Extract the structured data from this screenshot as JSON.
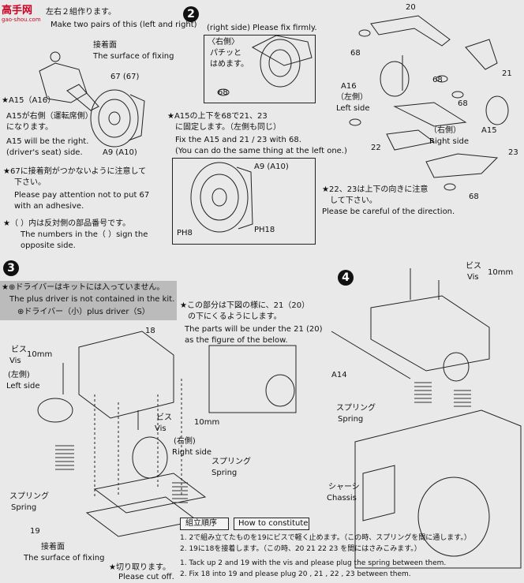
{
  "logo": {
    "brand": "高手网",
    "url": "gao-shou.com"
  },
  "step1": {
    "pairs_jp": "左右２組作ります。",
    "pairs_en": "Make two pairs of this (left and right)",
    "surface_jp": "接着面",
    "surface_en": "The surface of fixing",
    "part_67": "67 (67)",
    "a15_jp": "★A15（A16）",
    "a15_line1": "A15が右側（運転席側）",
    "a15_line2": "になります。",
    "a15_en1": "A15 will be the right.",
    "a15_en2": "(driver's seat) side.",
    "a9": "A9 (A10)",
    "note67_jp": "★67に接着剤がつかないように注意して",
    "note67_jp2": "下さい。",
    "note67_en1": "Please pay attention not to put 67",
    "note67_en2": "with an adhesive.",
    "paren_jp": "★（ ）内は反対側の部品番号です。",
    "paren_en1": "The numbers in the（ ）sign the",
    "paren_en2": "opposite side."
  },
  "step2": {
    "number": "2",
    "right_side": "(right side) Please fix firmly.",
    "right_jp": "〈右側〉",
    "patch_jp": "パチッと",
    "fit_jp": "はめます。",
    "part_68": "68",
    "note_jp": "★A15の上下を68で21、23",
    "note_jp2": "に固定します。（左側も同じ）",
    "note_en1": "Fix the A15 and 21 / 23 with 68.",
    "note_en2": "(You can do the same thing at the left one.)",
    "a9": "A9 (A10)",
    "ph8": "PH8",
    "ph18": "PH18"
  },
  "step2r": {
    "p20": "20",
    "p68a": "68",
    "p68b": "68",
    "p68c": "68",
    "p21": "21",
    "a16": "A16",
    "left_jp": "（左側）",
    "left_en": "Left side",
    "p22": "22",
    "right_jp": "（右側）",
    "right_en": "Right side",
    "a15": "A15",
    "p23": "23",
    "p68d": "68",
    "dir_jp": "★22、23は上下の向きに注意",
    "dir_jp2": "して下さい。",
    "dir_en": "Please be careful of the direction."
  },
  "step3": {
    "number": "3",
    "driver_jp": "★⊕ドライバーはキットには入っていません。",
    "driver_en": "The plus driver is not contained in the kit.",
    "driver_small": "⊕ドライバー（小）plus driver（S）",
    "p18": "18",
    "under_jp": "★この部分は下図の様に、21（20）",
    "under_jp2": "の下にくるようにします。",
    "under_en1": "The parts will be under the 21 (20)",
    "under_en2": "as the figure of the below.",
    "vis_jp": "ビス",
    "vis_en": "Vis",
    "mm": "10mm",
    "left_jp": "(左側)",
    "left_en": "Left side",
    "vis2_jp": "ビス",
    "vis2_en": "Vis",
    "mm2": "10mm",
    "right_jp": "(右側)",
    "right_en": "Right side",
    "spring_jp": "スプリング",
    "spring_en": "Spring",
    "spring2_jp": "スプリング",
    "spring2_en": "Spring",
    "p19": "19",
    "surface_jp": "接着面",
    "surface_en": "The surface of fixing",
    "cut_jp": "★切り取ります。",
    "cut_en": "Please cut off."
  },
  "step4": {
    "number": "4",
    "vis_jp": "ビス",
    "vis_en": "Vis",
    "mm": "10mm",
    "a14": "A14",
    "spring_jp": "スプリング",
    "spring_en": "Spring",
    "chassis_jp": "シャーシ",
    "chassis_en": "Chassis"
  },
  "howto": {
    "jp_label": "組立順序",
    "en_label": "How to constitute",
    "line1_jp": "1. 2で組み立てたものを19にビスで軽く止めます。（この時、スプリングを間に通します。）",
    "line2_jp": "2. 19に18を接着します。（この時、20 21 22 23 を間にはさみこみます。）",
    "line1_en": "1. Tack up 2 and 19 with the vis and please plug the spring between them.",
    "line2_en": "2. Fix 18 into 19 and please plug 20 , 21 , 22 , 23 between them."
  }
}
